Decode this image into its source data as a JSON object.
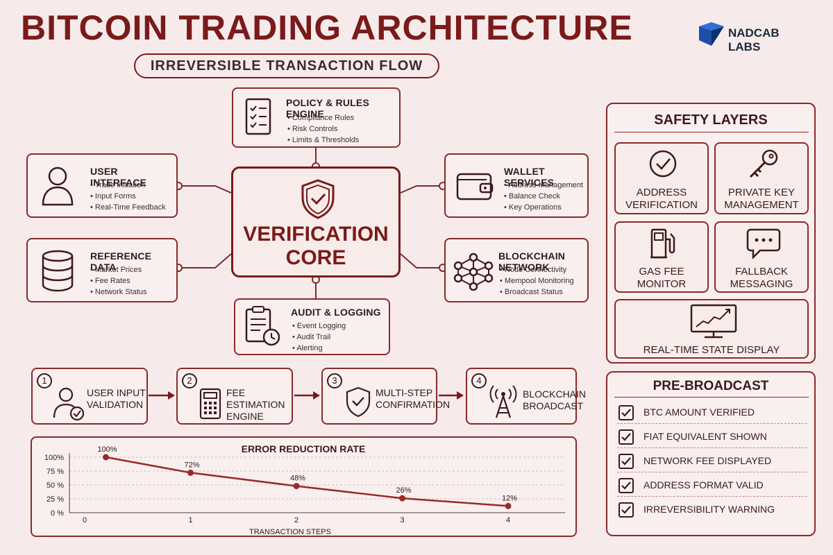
{
  "header": {
    "title": "BITCOIN TRADING ARCHITECTURE",
    "subtitle": "IRREVERSIBLE TRANSACTION FLOW",
    "brand": "NADCAB LABS"
  },
  "policy": {
    "title": "POLICY & RULES ENGINE",
    "items": [
      "Compliance Rules",
      "Risk Controls",
      "Limits & Thresholds"
    ]
  },
  "user_interface": {
    "title": "USER INTERFACE",
    "items": [
      "Trade Initiation",
      "Input Forms",
      "Real-Time Feedback"
    ]
  },
  "reference_data": {
    "title": "REFERENCE DATA",
    "items": [
      "Market Prices",
      "Fee Rates",
      "Network Status"
    ]
  },
  "core": {
    "line1": "VERIFICATION",
    "line2": "CORE"
  },
  "wallet": {
    "title": "WALLET SERVICES",
    "items": [
      "Address Management",
      "Balance Check",
      "Key Operations"
    ]
  },
  "blockchain": {
    "title": "BLOCKCHAIN NETWORK",
    "items": [
      "Node Connectivity",
      "Mempool Monitoring",
      "Broadcast Status"
    ]
  },
  "audit": {
    "title": "AUDIT & LOGGING",
    "items": [
      "Event Logging",
      "Audit Trail",
      "Alerting"
    ]
  },
  "safety": {
    "title": "SAFETY LAYERS",
    "cells": [
      {
        "line1": "ADDRESS",
        "line2": "VERIFICATION"
      },
      {
        "line1": "PRIVATE KEY",
        "line2": "MANAGEMENT"
      },
      {
        "line1": "GAS FEE",
        "line2": "MONITOR"
      },
      {
        "line1": "FALLBACK",
        "line2": "MESSAGING"
      }
    ],
    "wide": "REAL-TIME STATE DISPLAY"
  },
  "prebroadcast": {
    "title": "PRE-BROADCAST",
    "items": [
      "BTC AMOUNT VERIFIED",
      "FIAT EQUIVALENT SHOWN",
      "NETWORK FEE DISPLAYED",
      "ADDRESS FORMAT VALID",
      "IRREVERSIBILITY WARNING"
    ]
  },
  "steps": [
    {
      "num": "1",
      "line1": "USER INPUT",
      "line2": "VALIDATION"
    },
    {
      "num": "2",
      "line1": "FEE ESTIMATION",
      "line2": "ENGINE"
    },
    {
      "num": "3",
      "line1": "MULTI-STEP",
      "line2": "CONFIRMATION"
    },
    {
      "num": "4",
      "line1": "BLOCKCHAIN",
      "line2": "BROADCAST"
    }
  ],
  "chart_data": {
    "type": "line",
    "title": "ERROR REDUCTION RATE",
    "xlabel": "TRANSACTION STEPS",
    "ylabel": "",
    "x_ticks": [
      "0",
      "1",
      "2",
      "3",
      "4"
    ],
    "y_ticks": [
      "100%",
      "75 %",
      "50 %",
      "25 %",
      "0 %"
    ],
    "ylim": [
      0,
      100
    ],
    "xlim": [
      0,
      4
    ],
    "grid": true,
    "series": [
      {
        "x": [
          0.2,
          1,
          2,
          3,
          4
        ],
        "y": [
          100,
          72,
          48,
          26,
          12
        ],
        "labels": [
          "100%",
          "72%",
          "48%",
          "26%",
          "12%"
        ]
      }
    ],
    "color": "#9a2a2a"
  }
}
